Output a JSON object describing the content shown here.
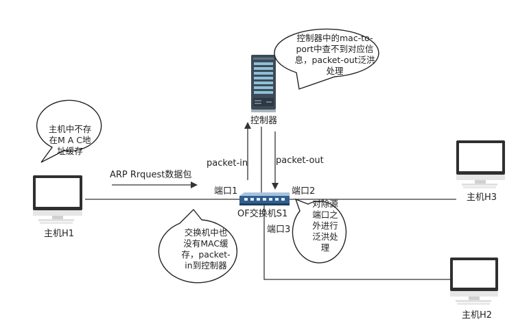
{
  "nodes": {
    "controller": "控制器",
    "switch": "OF交换机S1",
    "h1": "主机H1",
    "h2": "主机H2",
    "h3": "主机H3"
  },
  "ports": {
    "p1": "端口1",
    "p2": "端口2",
    "p3": "端口3"
  },
  "edges": {
    "arp": "ARP Rrquest数据包",
    "packet_in": "packet-in",
    "packet_out": "packet-out"
  },
  "bubbles": {
    "controller_note": [
      "控制器中的mac-to-",
      "port中查不到对应信",
      "息，packet-out泛洪",
      "处理"
    ],
    "h1_note": [
      "主机中不存",
      "在M A C地",
      "址缓存"
    ],
    "switch_note": [
      "交换机中也",
      "没有MAC缓",
      "存，packet-",
      "in到控制器"
    ],
    "flood_note": [
      "对除源",
      "端口之",
      "外进行",
      "泛洪处",
      "理"
    ]
  }
}
